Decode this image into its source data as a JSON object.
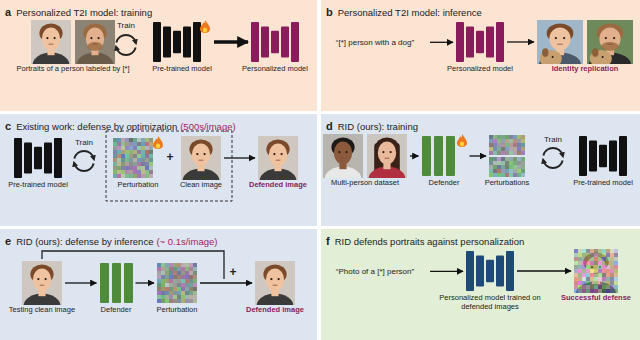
{
  "diagram": {
    "nodes": [
      {
        "text": [
          "a",
          "Personalized T2I model: training"
        ]
      },
      {
        "text": [
          "Portraits of a person labeled by [*]"
        ],
        "in": 0
      },
      {
        "text": [
          "Pre-trained model"
        ],
        "in": 0
      },
      {
        "text": [
          "Personalized model"
        ],
        "in": 0
      },
      {
        "text": [
          "b",
          "Personalized T2I model: inference"
        ]
      },
      {
        "text": [
          "“[*] person with a dog”"
        ],
        "in": 4
      },
      {
        "text": [
          "Personalized model"
        ],
        "in": 4
      },
      {
        "text": [
          "Identity replication"
        ],
        "in": 4
      },
      {
        "text": [
          "c",
          "Existing work: defense by optimization",
          "(500s/image)"
        ]
      },
      {
        "text": [
          "Pre-trained model"
        ],
        "in": 8
      },
      {
        "text": [
          "Perturbation"
        ],
        "in": 8
      },
      {
        "text": [
          "Clean image"
        ],
        "in": 8
      },
      {
        "text": [
          "Defended image"
        ],
        "in": 8
      },
      {
        "text": [
          "d",
          "RID (ours): training"
        ]
      },
      {
        "text": [
          "Multi-person dataset"
        ],
        "in": 13
      },
      {
        "text": [
          "Defender"
        ],
        "in": 13
      },
      {
        "text": [
          "Perturbations"
        ],
        "in": 13
      },
      {
        "text": [
          "Pre-trained model"
        ],
        "in": 13
      },
      {
        "text": [
          "e",
          "RID (ours): defense by inference",
          "(~ 0.1s/image)"
        ]
      },
      {
        "text": [
          "Testing clean image"
        ],
        "in": 18
      },
      {
        "text": [
          "Defender"
        ],
        "in": 18
      },
      {
        "text": [
          "Perturbation"
        ],
        "in": 18
      },
      {
        "text": [
          "Defended image"
        ],
        "in": 18
      },
      {
        "text": [
          "f",
          "RID defends portraits against personalization"
        ]
      },
      {
        "text": [
          "“Photo of a [*] person”"
        ],
        "in": 23
      },
      {
        "text": [
          "Personalized model trained on defended images"
        ],
        "in": 23
      },
      {
        "text": [
          "Successful defense"
        ],
        "in": 23
      }
    ],
    "edges": [
      {
        "from": 2,
        "to": 3,
        "arrow": "to"
      },
      {
        "from": 5,
        "to": 6,
        "arrow": "to"
      },
      {
        "from": 6,
        "to": 7,
        "arrow": "to"
      },
      {
        "from": 11,
        "to": 12,
        "arrow": "to"
      },
      {
        "from": 14,
        "to": 15,
        "arrow": "to"
      },
      {
        "from": 15,
        "to": 16,
        "arrow": "to"
      },
      {
        "from": 19,
        "to": 20,
        "arrow": "to"
      },
      {
        "from": 20,
        "to": 21,
        "arrow": "to"
      },
      {
        "from": 21,
        "to": 22,
        "arrow": "to"
      },
      {
        "from": 24,
        "to": 25,
        "arrow": "to"
      },
      {
        "from": 25,
        "to": 26,
        "arrow": "to"
      }
    ],
    "labels": [
      "Train",
      "Train",
      "+",
      "Train",
      "+"
    ]
  }
}
